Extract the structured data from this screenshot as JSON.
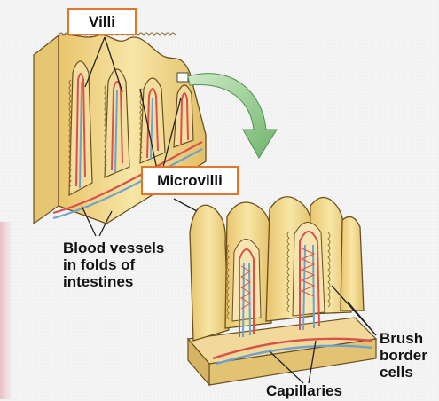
{
  "labels": {
    "villi": "Villi",
    "microvilli": "Microvilli",
    "blood_vessels": "Blood vessels\nin folds of\nintestines",
    "brush_border": "Brush\nborder\ncells",
    "capillaries": "Capillaries"
  },
  "colors": {
    "highlight_box": "#e2742e",
    "tissue": "#f2dc8c",
    "tissue_shadow": "#d8b35c",
    "artery": "#d9524a",
    "vein": "#6fa3cc",
    "arrow": "#8ec98a"
  }
}
